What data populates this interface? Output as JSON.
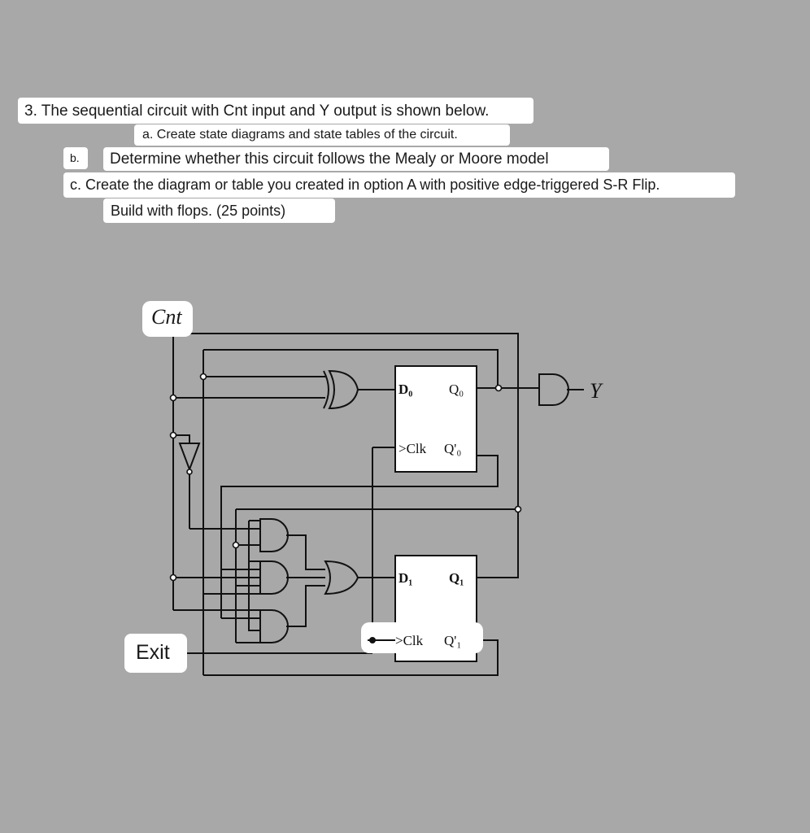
{
  "question": {
    "title": "3. The sequential circuit with Cnt input and Y output is shown below.",
    "part_a": "a. Create state diagrams and state tables of the circuit.",
    "part_b_tag": "b.",
    "part_b": "Determine whether this circuit follows the Mealy or Moore model",
    "part_c": "c. Create the diagram or table you created in option A with positive edge-triggered S-R Flip.",
    "part_c_cont": "Build with flops. (25 points)"
  },
  "circuit": {
    "input_label": "Cnt",
    "output_label": "Y",
    "exit_label": "Exit",
    "ff0": {
      "d": "D₀",
      "q": "Q₀",
      "clk": "Clk",
      "qn": "Q'₀"
    },
    "ff1": {
      "d": "D₁",
      "q": "Q₁",
      "clk": "Clk",
      "qn": "Q'₁"
    }
  },
  "colors": {
    "background": "#a8a8a8",
    "label_bg": "#ffffff",
    "ink": "#111111"
  }
}
